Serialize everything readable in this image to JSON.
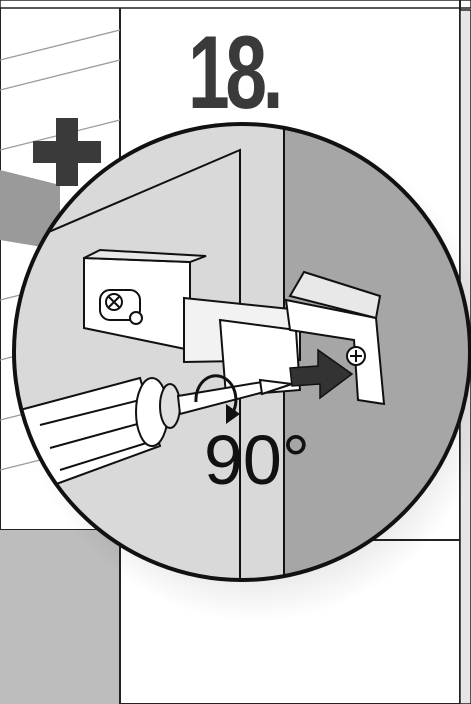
{
  "step": {
    "number": "18."
  },
  "rotation": {
    "angle_label": "90°"
  },
  "icons": [
    "plus-icon",
    "screwdriver-icon",
    "rotate-clockwise-icon",
    "push-arrow-icon",
    "hinge-illustration"
  ],
  "colors": {
    "ink": "#111111",
    "panel_light": "#d9d9d9",
    "panel_dark": "#a6a6a6",
    "number": "#3a3a3a"
  }
}
